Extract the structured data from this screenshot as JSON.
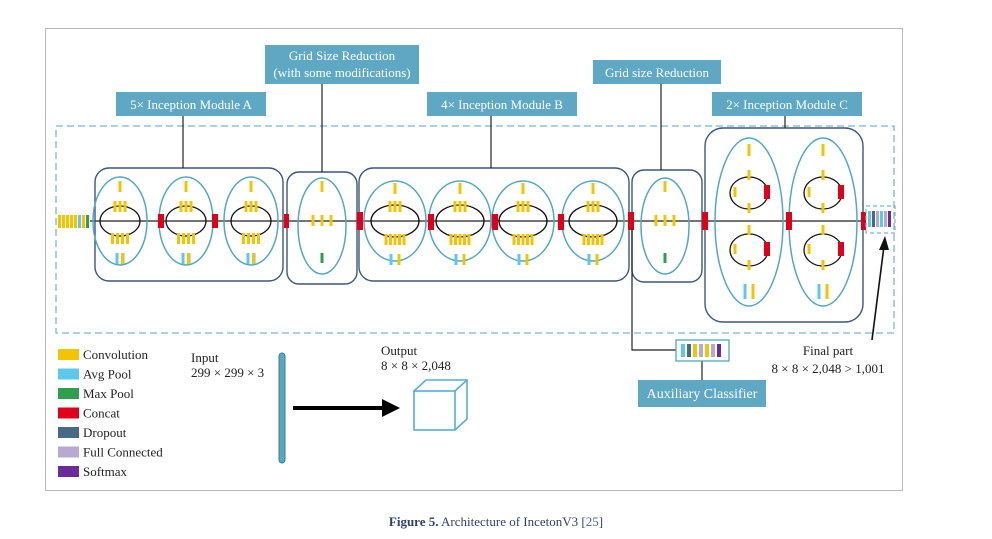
{
  "labels": {
    "module_a": "5× Inception Module A",
    "reduction1_line1": "Grid Size Reduction",
    "reduction1_line2": "(with some modifications)",
    "module_b": "4× Inception Module B",
    "reduction2": "Grid size Reduction",
    "module_c": "2× Inception Module C",
    "auxiliary": "Auxiliary Classifier",
    "final_part": "Final part",
    "final_dims": "8 × 8 × 2,048 > 1,001",
    "input": "Input",
    "input_dims": "299 × 299 × 3",
    "output": "Output",
    "output_dims": "8 × 8 × 2,048"
  },
  "legend": [
    {
      "label": "Convolution",
      "color": "#f5c400"
    },
    {
      "label": "Avg Pool",
      "color": "#5bc8ec"
    },
    {
      "label": "Max Pool",
      "color": "#2e9e4f"
    },
    {
      "label": "Concat",
      "color": "#e0001b"
    },
    {
      "label": "Dropout",
      "color": "#466a86"
    },
    {
      "label": "Full Connected",
      "color": "#b7a9cf"
    },
    {
      "label": "Softmax",
      "color": "#6a2c9b"
    }
  ],
  "caption": {
    "figure": "Figure 5.",
    "text": " Architecture of IncetonV3 [",
    "ref": "25",
    "close": "]"
  },
  "colors": {
    "label_box": "#5ea8c4",
    "module_border": "#3c577e",
    "ellipse": "#4fa9c2",
    "dashed": "#79b8cc"
  }
}
